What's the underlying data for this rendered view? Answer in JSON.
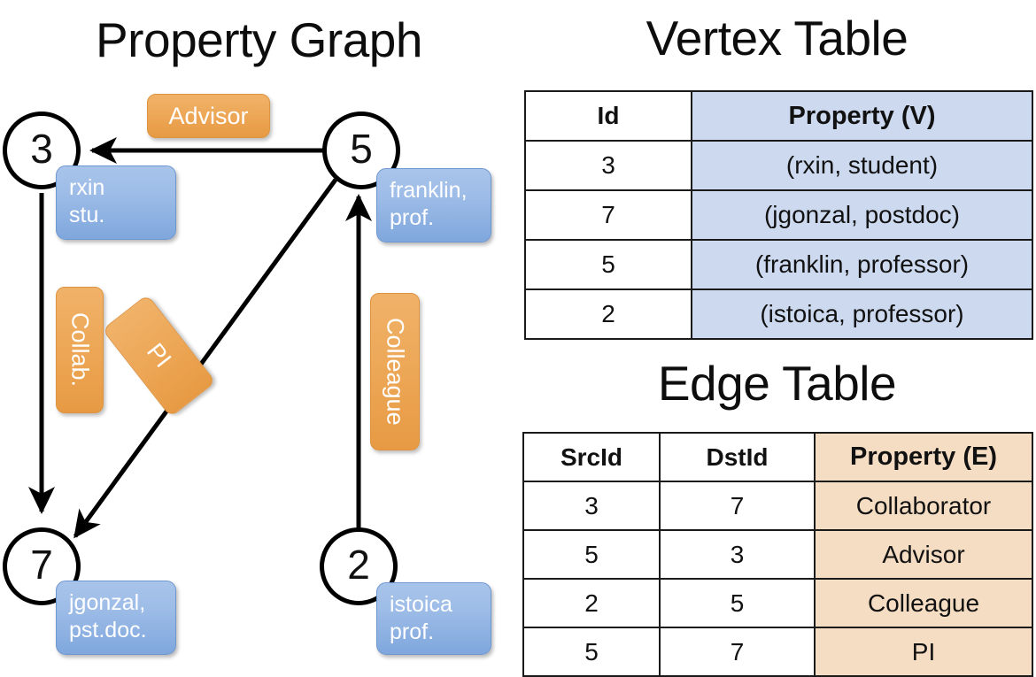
{
  "panels": {
    "graph_title": "Property Graph",
    "vertex_title": "Vertex Table",
    "edge_title": "Edge Table"
  },
  "colors": {
    "vertex_property_fill": "#ccd9ef",
    "edge_property_fill": "#f5ddc4",
    "node_property_box": "#9dbce7",
    "edge_label_box": "#eda858",
    "stroke": "#000000"
  },
  "graph": {
    "nodes": [
      {
        "id": "3",
        "property_lines": [
          "rxin",
          "stu."
        ]
      },
      {
        "id": "5",
        "property_lines": [
          "franklin,",
          "prof."
        ]
      },
      {
        "id": "7",
        "property_lines": [
          "jgonzal,",
          "pst.doc."
        ]
      },
      {
        "id": "2",
        "property_lines": [
          "istoica",
          "prof."
        ]
      }
    ],
    "edge_labels": [
      {
        "name": "advisor",
        "text": "Advisor"
      },
      {
        "name": "collab",
        "text": "Collab."
      },
      {
        "name": "pi",
        "text": "PI"
      },
      {
        "name": "colleague",
        "text": "Colleague"
      }
    ]
  },
  "vertex_table": {
    "headers": [
      "Id",
      "Property (V)"
    ],
    "rows": [
      [
        "3",
        "(rxin, student)"
      ],
      [
        "7",
        "(jgonzal, postdoc)"
      ],
      [
        "5",
        "(franklin, professor)"
      ],
      [
        "2",
        "(istoica, professor)"
      ]
    ]
  },
  "edge_table": {
    "headers": [
      "SrcId",
      "DstId",
      "Property (E)"
    ],
    "rows": [
      [
        "3",
        "7",
        "Collaborator"
      ],
      [
        "5",
        "3",
        "Advisor"
      ],
      [
        "2",
        "5",
        "Colleague"
      ],
      [
        "5",
        "7",
        "PI"
      ]
    ]
  }
}
